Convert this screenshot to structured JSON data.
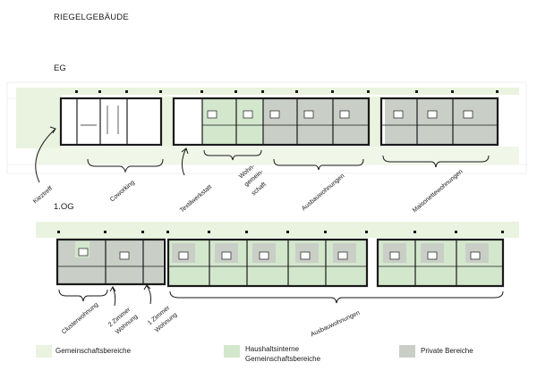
{
  "title": "RIEGELGEBÄUDE",
  "floors": {
    "eg": "EG",
    "og": "1.OG"
  },
  "labels_eg": {
    "kiez": "Kieztreff",
    "cowork": "Coworking",
    "textil": "Textilwerkstatt",
    "wohn1": "Wohn-",
    "wohn2": "gemein-",
    "wohn3": "schaft",
    "ausbau": "Ausbauwohnungen",
    "maison": "Maisonettewohnungen"
  },
  "labels_og": {
    "cluster": "Clusterwohnung",
    "zwei1": "2 Zimmer",
    "zwei2": "Wohnung",
    "eins1": "1 Zimmer",
    "eins2": "Wohnung",
    "ausbau": "Ausbauwohnungen"
  },
  "legend": {
    "gemeinschaft": "Gemeinschaftsbereiche",
    "haushalt1": "Haushaltsinterne",
    "haushalt2": "Gemeinschaftsbereiche",
    "privat": "Private Bereiche"
  },
  "colors": {
    "gemeinschaft": "#eaf3df",
    "haushalt": "#d3e7cc",
    "privat": "#c9cfc7",
    "wall": "#1a1a1a"
  }
}
